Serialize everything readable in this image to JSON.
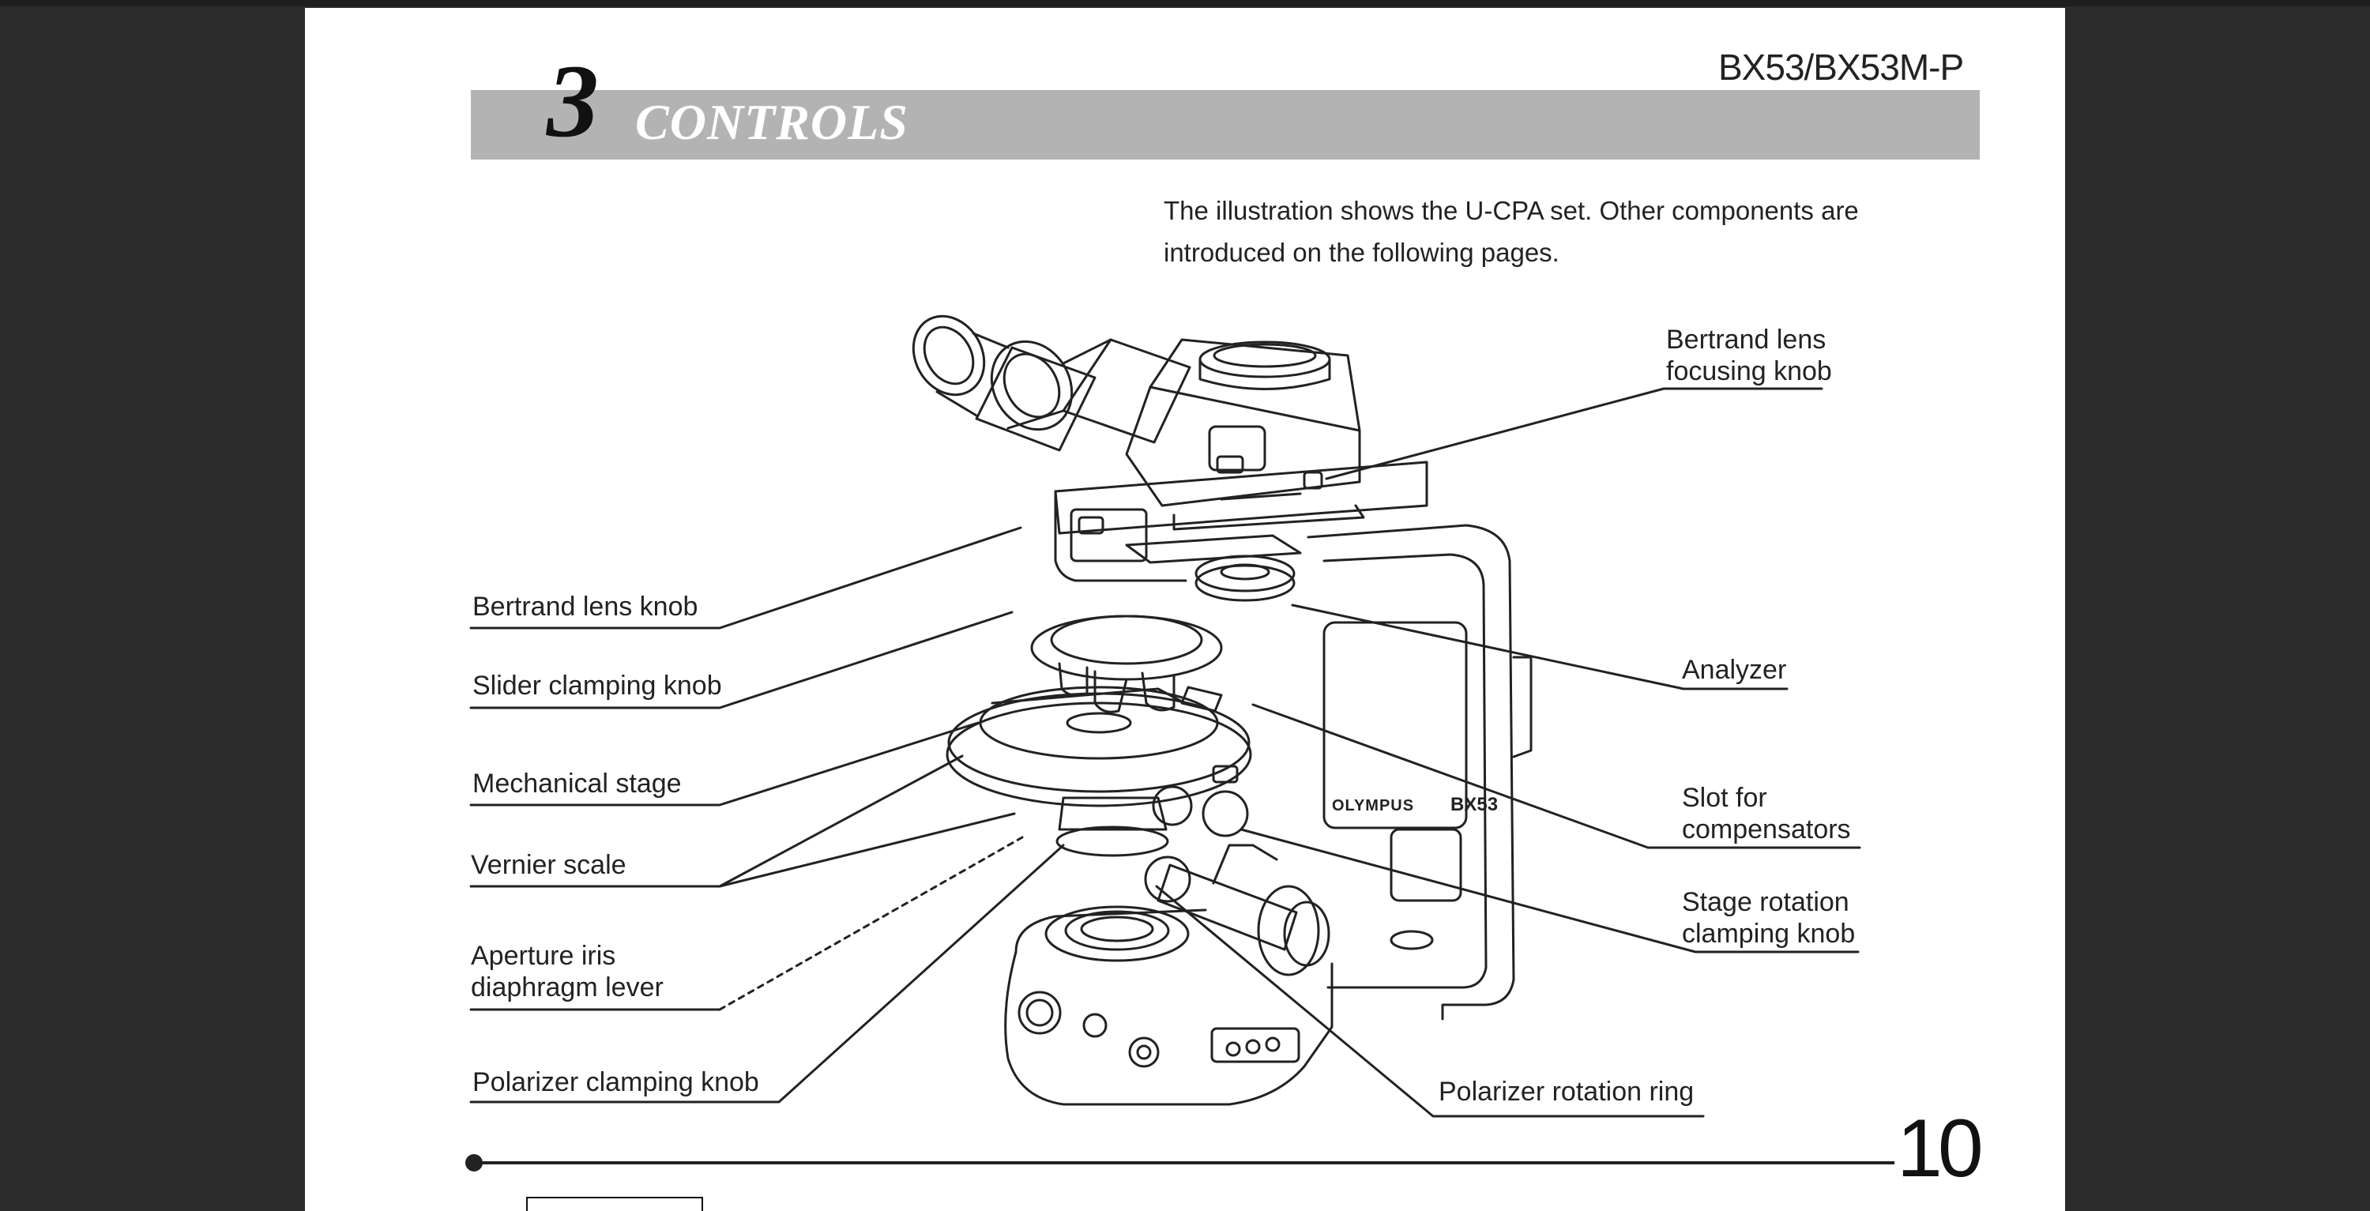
{
  "document": {
    "model": "BX53/BX53M-P",
    "chapter_number": "3",
    "chapter_title": "CONTROLS",
    "intro": "The illustration shows the U-CPA set. Other components are introduced on the following pages.",
    "page_number": "10"
  },
  "labels": {
    "bertrand_focus_1": "Bertrand lens",
    "bertrand_focus_2": "focusing knob",
    "bertrand_knob": "Bertrand lens knob",
    "slider_clamp": "Slider clamping knob",
    "mech_stage": "Mechanical stage",
    "vernier": "Vernier scale",
    "aperture_1": "Aperture iris",
    "aperture_2": "diaphragm lever",
    "polarizer_clamp": "Polarizer clamping knob",
    "analyzer": "Analyzer",
    "slot_1": "Slot for",
    "slot_2": "compensators",
    "stage_rot_1": "Stage rotation",
    "stage_rot_2": "clamping knob",
    "polarizer_ring": "Polarizer rotation ring"
  },
  "illustration": {
    "brand": "OLYMPUS",
    "model_badge": "BX53"
  },
  "colors": {
    "viewer_bg": "#2b2b2b",
    "header_bar": "#b3b3b3",
    "ink": "#222222"
  }
}
